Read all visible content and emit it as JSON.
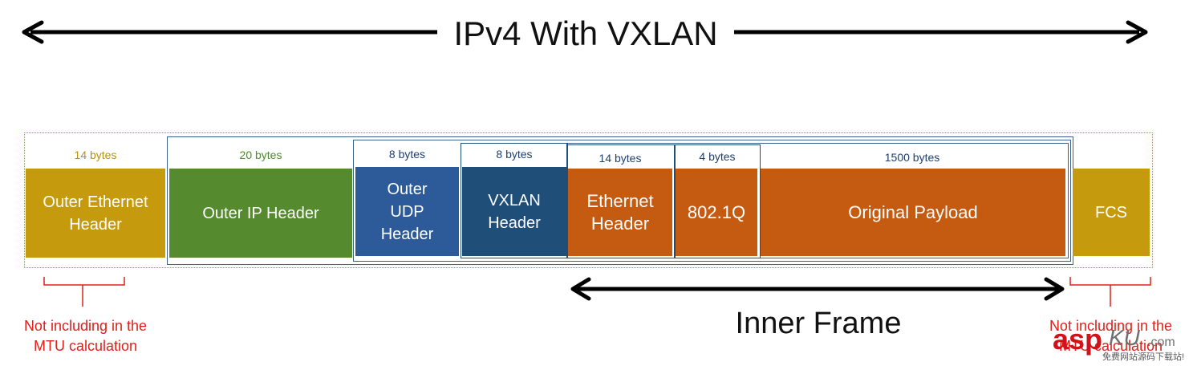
{
  "title": "IPv4 With VXLAN",
  "colors": {
    "outer_ethernet": "#c59a0c",
    "outer_ip": "#558a2f",
    "outer_udp": "#2d5b9a",
    "vxlan": "#1f4e79",
    "inner": "#c55a11",
    "fcs": "#c59a0c",
    "note": "#e0201a"
  },
  "fields": [
    {
      "bytes": "14 bytes",
      "label": "Outer Ethernet Header"
    },
    {
      "bytes": "20 bytes",
      "label": "Outer IP Header"
    },
    {
      "bytes": "8 bytes",
      "label": "Outer UDP Header"
    },
    {
      "bytes": "8 bytes",
      "label": "VXLAN Header"
    },
    {
      "bytes": "14 bytes",
      "label": "Ethernet Header"
    },
    {
      "bytes": "4 bytes",
      "label": "802.1Q"
    },
    {
      "bytes": "1500 bytes",
      "label": "Original Payload"
    },
    {
      "bytes": "",
      "label": "FCS"
    }
  ],
  "inner_frame_label": "Inner Frame",
  "notes": {
    "left": "Not including in the MTU calculation",
    "right": "Not including in the MTU calculation"
  },
  "watermark": {
    "main": "asp",
    "ku": "KU",
    "com": ".com",
    "sub": "免费网站源码下载站!"
  }
}
